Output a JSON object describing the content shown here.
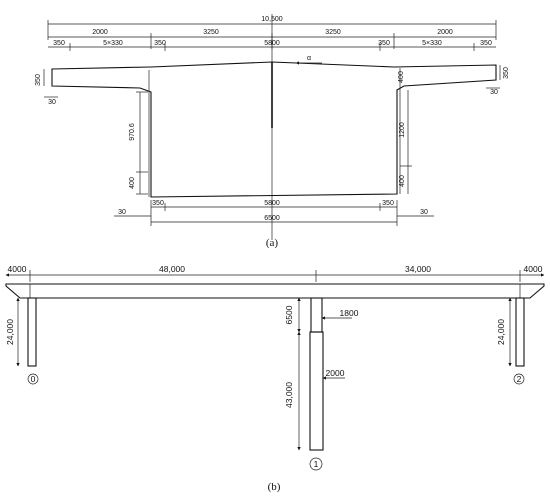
{
  "figure_a": {
    "caption": "(a)",
    "total_width": "10,500",
    "top_segments": [
      "2000",
      "3250",
      "3250",
      "2000"
    ],
    "second_row": {
      "left_web": "350",
      "left_ribs": "5×330",
      "mid_left_web": "350",
      "deck_width": "5800",
      "mid_right_web": "350",
      "right_ribs": "5×330",
      "right_web": "350"
    },
    "left_cantilever_depth": "350",
    "left_offset": "30",
    "right_haunch": "400",
    "right_cantilever_depth": "350",
    "right_offset": "30",
    "web_height_top": "970.6",
    "web_height_right": "1200",
    "bottom_left_haunch": "400",
    "bottom_right_haunch": "400",
    "bottom_segments": [
      "350",
      "5800",
      "350"
    ],
    "bottom_offset_left": "30",
    "bottom_offset_right": "30",
    "bottom_total": "6500",
    "slope_label": "α"
  },
  "figure_b": {
    "caption": "(b)",
    "top_dims": [
      "4000",
      "48,000",
      "34,000",
      "4000"
    ],
    "left_pier_height": "24,000",
    "mid_upper_height": "6500",
    "mid_upper_width": "1800",
    "mid_lower_height": "43,000",
    "mid_lower_width": "2000",
    "right_pier_height": "24,000",
    "pier_labels": [
      "0",
      "1",
      "2"
    ]
  }
}
